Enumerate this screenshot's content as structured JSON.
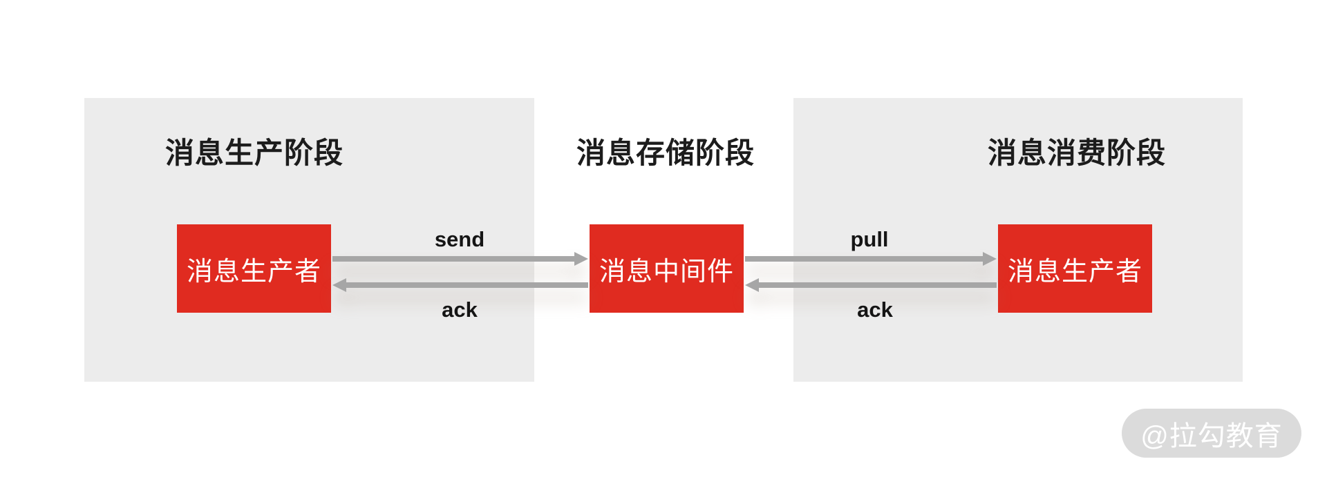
{
  "diagram": {
    "title": "message-queue-three-stages",
    "stages": [
      {
        "title": "消息生产阶段",
        "node": "消息生产者"
      },
      {
        "title": "消息存储阶段",
        "node": "消息中间件"
      },
      {
        "title": "消息消费阶段",
        "node": "消息生产者"
      }
    ],
    "arrows": [
      {
        "label": "send",
        "direction": "right",
        "from": "消息生产者",
        "to": "消息中间件"
      },
      {
        "label": "ack",
        "direction": "left",
        "from": "消息中间件",
        "to": "消息生产者"
      },
      {
        "label": "pull",
        "direction": "right",
        "from": "消息中间件",
        "to": "消息生产者"
      },
      {
        "label": "ack",
        "direction": "left",
        "from": "消息生产者",
        "to": "消息中间件"
      }
    ]
  },
  "watermark": {
    "text": "@拉勾教育"
  },
  "colors": {
    "background": "#FFFFFF",
    "panel": "#ECECEC",
    "node": "#E02B20",
    "node_text": "#FFFFFF",
    "arrow": "#A6A6A6",
    "title_text": "#1C1C1C",
    "watermark_pill": "#DBDBDB",
    "watermark_text": "#FFFFFF"
  }
}
